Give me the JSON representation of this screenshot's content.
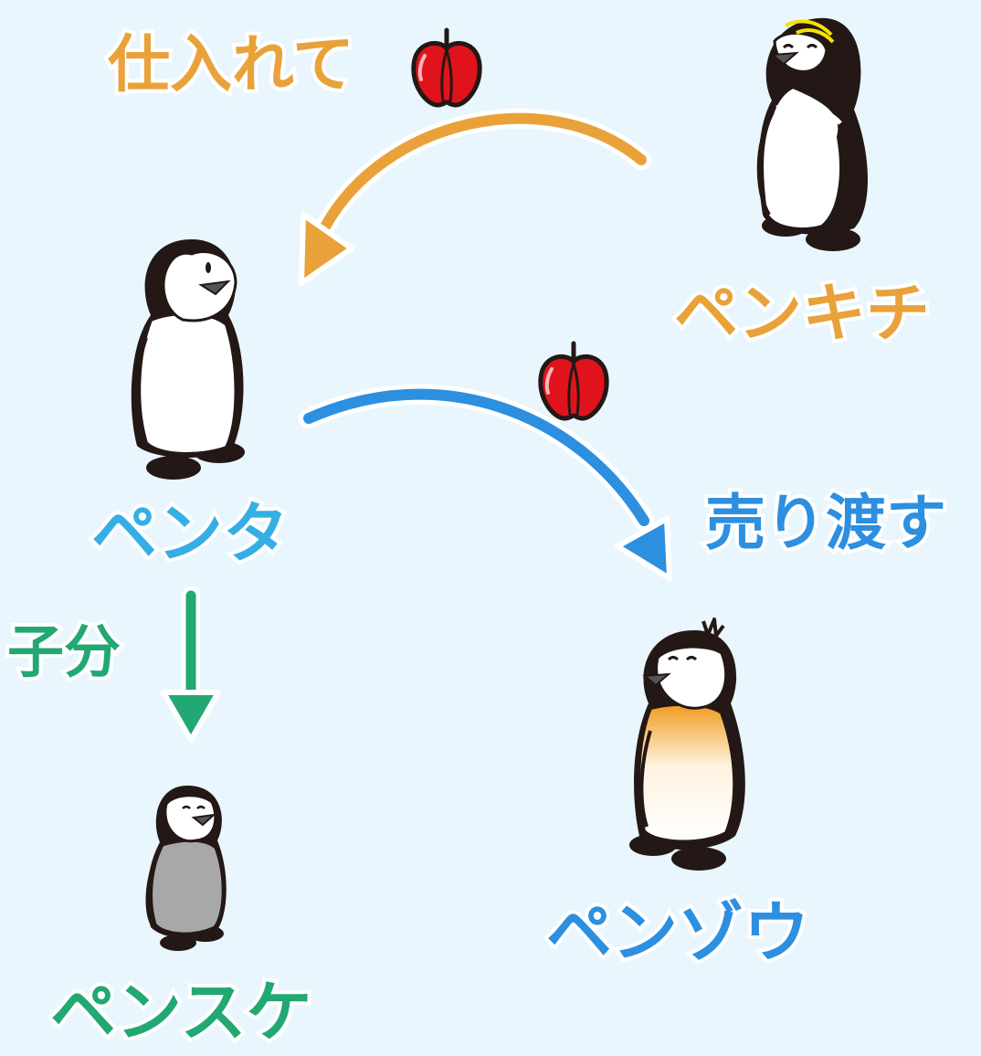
{
  "colors": {
    "background": "#e9f6fe",
    "supply": "#e9a23a",
    "sell": "#2c8fe0",
    "subordinate": "#22a872",
    "penta_name": "#35aee5",
    "apple": "#e0131c"
  },
  "characters": {
    "penkichi": "ペンキチ",
    "penta": "ペンタ",
    "penzou": "ペンゾウ",
    "pensuke": "ペンスケ"
  },
  "relations": {
    "supply": "仕入れて",
    "sell": "売り渡す",
    "subordinate": "子分"
  },
  "icons": {
    "item": "apple-icon"
  }
}
